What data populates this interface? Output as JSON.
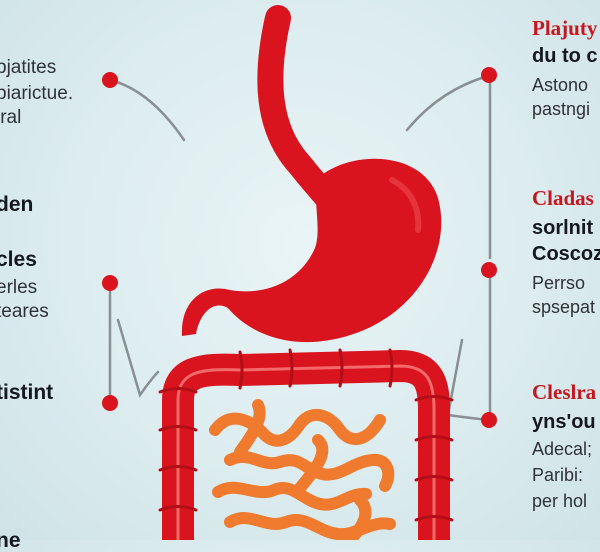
{
  "colors": {
    "background": "#dcecef",
    "organ_red": "#d9141f",
    "intestine_orange": "#f07a2e",
    "connector": "#8a8f94",
    "dot": "#d9141f"
  },
  "left_labels": {
    "group1": [
      "pjatites",
      "piarictue.",
      "iral"
    ],
    "group2": [
      "den"
    ],
    "group3": [
      "cles",
      "erles",
      "teares"
    ],
    "group4": [
      "tistint"
    ],
    "group5": [
      "ne"
    ]
  },
  "right_labels": {
    "group1": {
      "title": "Plajuty",
      "bold": "du to c",
      "text": [
        "Astono",
        "pastngi"
      ]
    },
    "group2": {
      "title": "Cladas",
      "bold": [
        "sorlnit",
        "Coscoz"
      ],
      "text": [
        "Perrso",
        "spsepat"
      ]
    },
    "group3": {
      "title": "Cleslra",
      "bold": "yns'ou",
      "text": [
        "Adecal;",
        "Paribi:",
        "per hol"
      ]
    }
  }
}
